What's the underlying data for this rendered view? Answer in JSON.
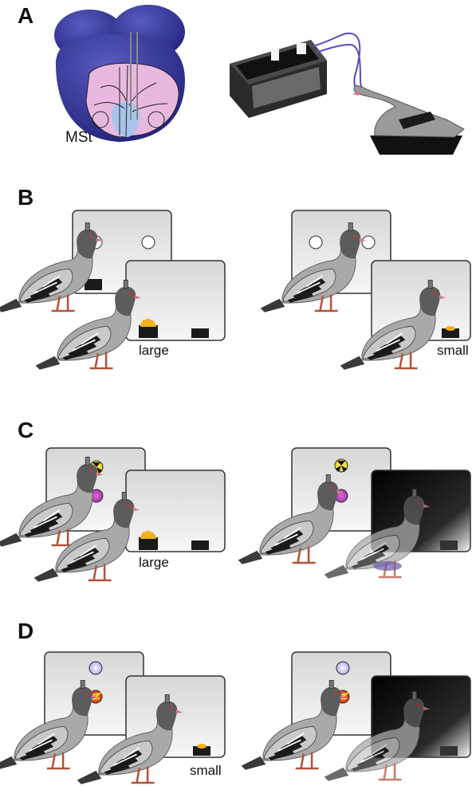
{
  "panels": {
    "a": {
      "letter": "A",
      "region_label": "MSt"
    },
    "b": {
      "letter": "B",
      "left_reward": "large",
      "right_reward": "small"
    },
    "c": {
      "letter": "C",
      "left_reward": "large"
    },
    "d": {
      "letter": "D",
      "right_reward": "small"
    }
  },
  "colors": {
    "brain_dark": "#2a2a88",
    "brain_mid": "#3b3ba6",
    "brain_pink": "#e9b8e0",
    "brain_blue": "#a9c4ea",
    "screen_light": "#e6e6e6",
    "screen_dark": "#111111",
    "food": "#f2b21c",
    "hopper": "#1a1a1a",
    "pigeon_body": "#a8a8a8",
    "pigeon_dark": "#5a5a5a"
  }
}
